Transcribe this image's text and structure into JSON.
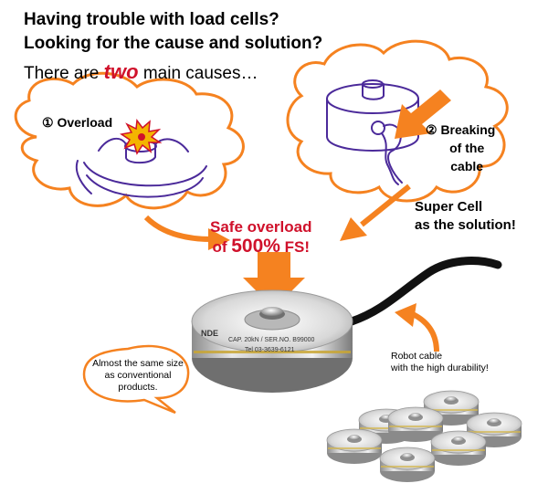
{
  "headline": {
    "line1": "Having trouble with load cells?",
    "line2": "Looking for the cause and solution?"
  },
  "intro": {
    "before": "There are ",
    "highlight": "two",
    "after": " main causes…"
  },
  "cause1": {
    "label": "① Overload"
  },
  "cause2": {
    "line1": "② Breaking",
    "line2": "of the",
    "line3": "cable"
  },
  "safe_overload": {
    "line1": "Safe overload",
    "prefix": "of ",
    "value": "500%",
    "suffix": " FS!"
  },
  "solution": {
    "line1": "Super Cell",
    "line2": "as the solution!"
  },
  "size_note": {
    "line1": "Almost the same size",
    "line2": "as conventional",
    "line3": "products."
  },
  "cable_note": {
    "line1": "Robot cable",
    "line2": "with the high durability!"
  },
  "product_label": {
    "brand": "NDE",
    "line1": "CAP. 20kN / SER.NO. B99000",
    "line2": "Tel 03-3639-6121"
  },
  "colors": {
    "arrow": "#f58220",
    "accent_red": "#d0112b",
    "sketch": "#4b2a9a",
    "cloud_border": "#f58220"
  }
}
